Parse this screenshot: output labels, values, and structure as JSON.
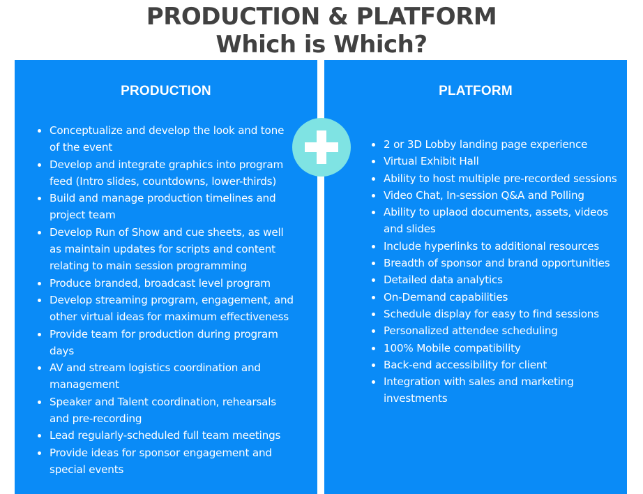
{
  "header": {
    "title_line1": "PRODUCTION & PLATFORM",
    "title_line2": "Which is Which?"
  },
  "colors": {
    "panel_bg": "#0a8bf7",
    "title_text": "#414141",
    "plus_circle": "#7fe3e3",
    "panel_text": "#ffffff"
  },
  "divider_icon": "plus-icon",
  "production": {
    "heading": "PRODUCTION",
    "items": [
      "Conceptualize and develop the look and tone of the event",
      "Develop and integrate graphics into program feed (Intro slides, countdowns, lower-thirds)",
      "Build and manage production timelines and project team",
      "Develop Run of Show and cue sheets, as well as maintain updates for scripts and content relating to main session programming",
      "Produce branded, broadcast level program",
      "Develop streaming program, engagement, and other virtual ideas for maximum effectiveness",
      "Provide team for production during program days",
      "AV and stream logistics coordination and management",
      "Speaker and Talent coordination, rehearsals and pre-recording",
      "Lead regularly-scheduled full team meetings",
      "Provide ideas for sponsor engagement and special events"
    ]
  },
  "platform": {
    "heading": "PLATFORM",
    "items": [
      "2 or 3D Lobby landing page experience",
      "Virtual Exhibit Hall",
      "Ability to host multiple pre-recorded sessions",
      "Video Chat, In-session Q&A and Polling",
      "Ability to uplaod documents, assets, videos and slides",
      "Include hyperlinks to additional resources",
      "Breadth of sponsor and brand opportunities",
      "Detailed data analytics",
      "On-Demand capabilities",
      "Schedule display for easy to find sessions",
      "Personalized attendee scheduling",
      "100% Mobile compatibility",
      "Back-end accessibility for client",
      "Integration with sales and marketing investments"
    ]
  }
}
